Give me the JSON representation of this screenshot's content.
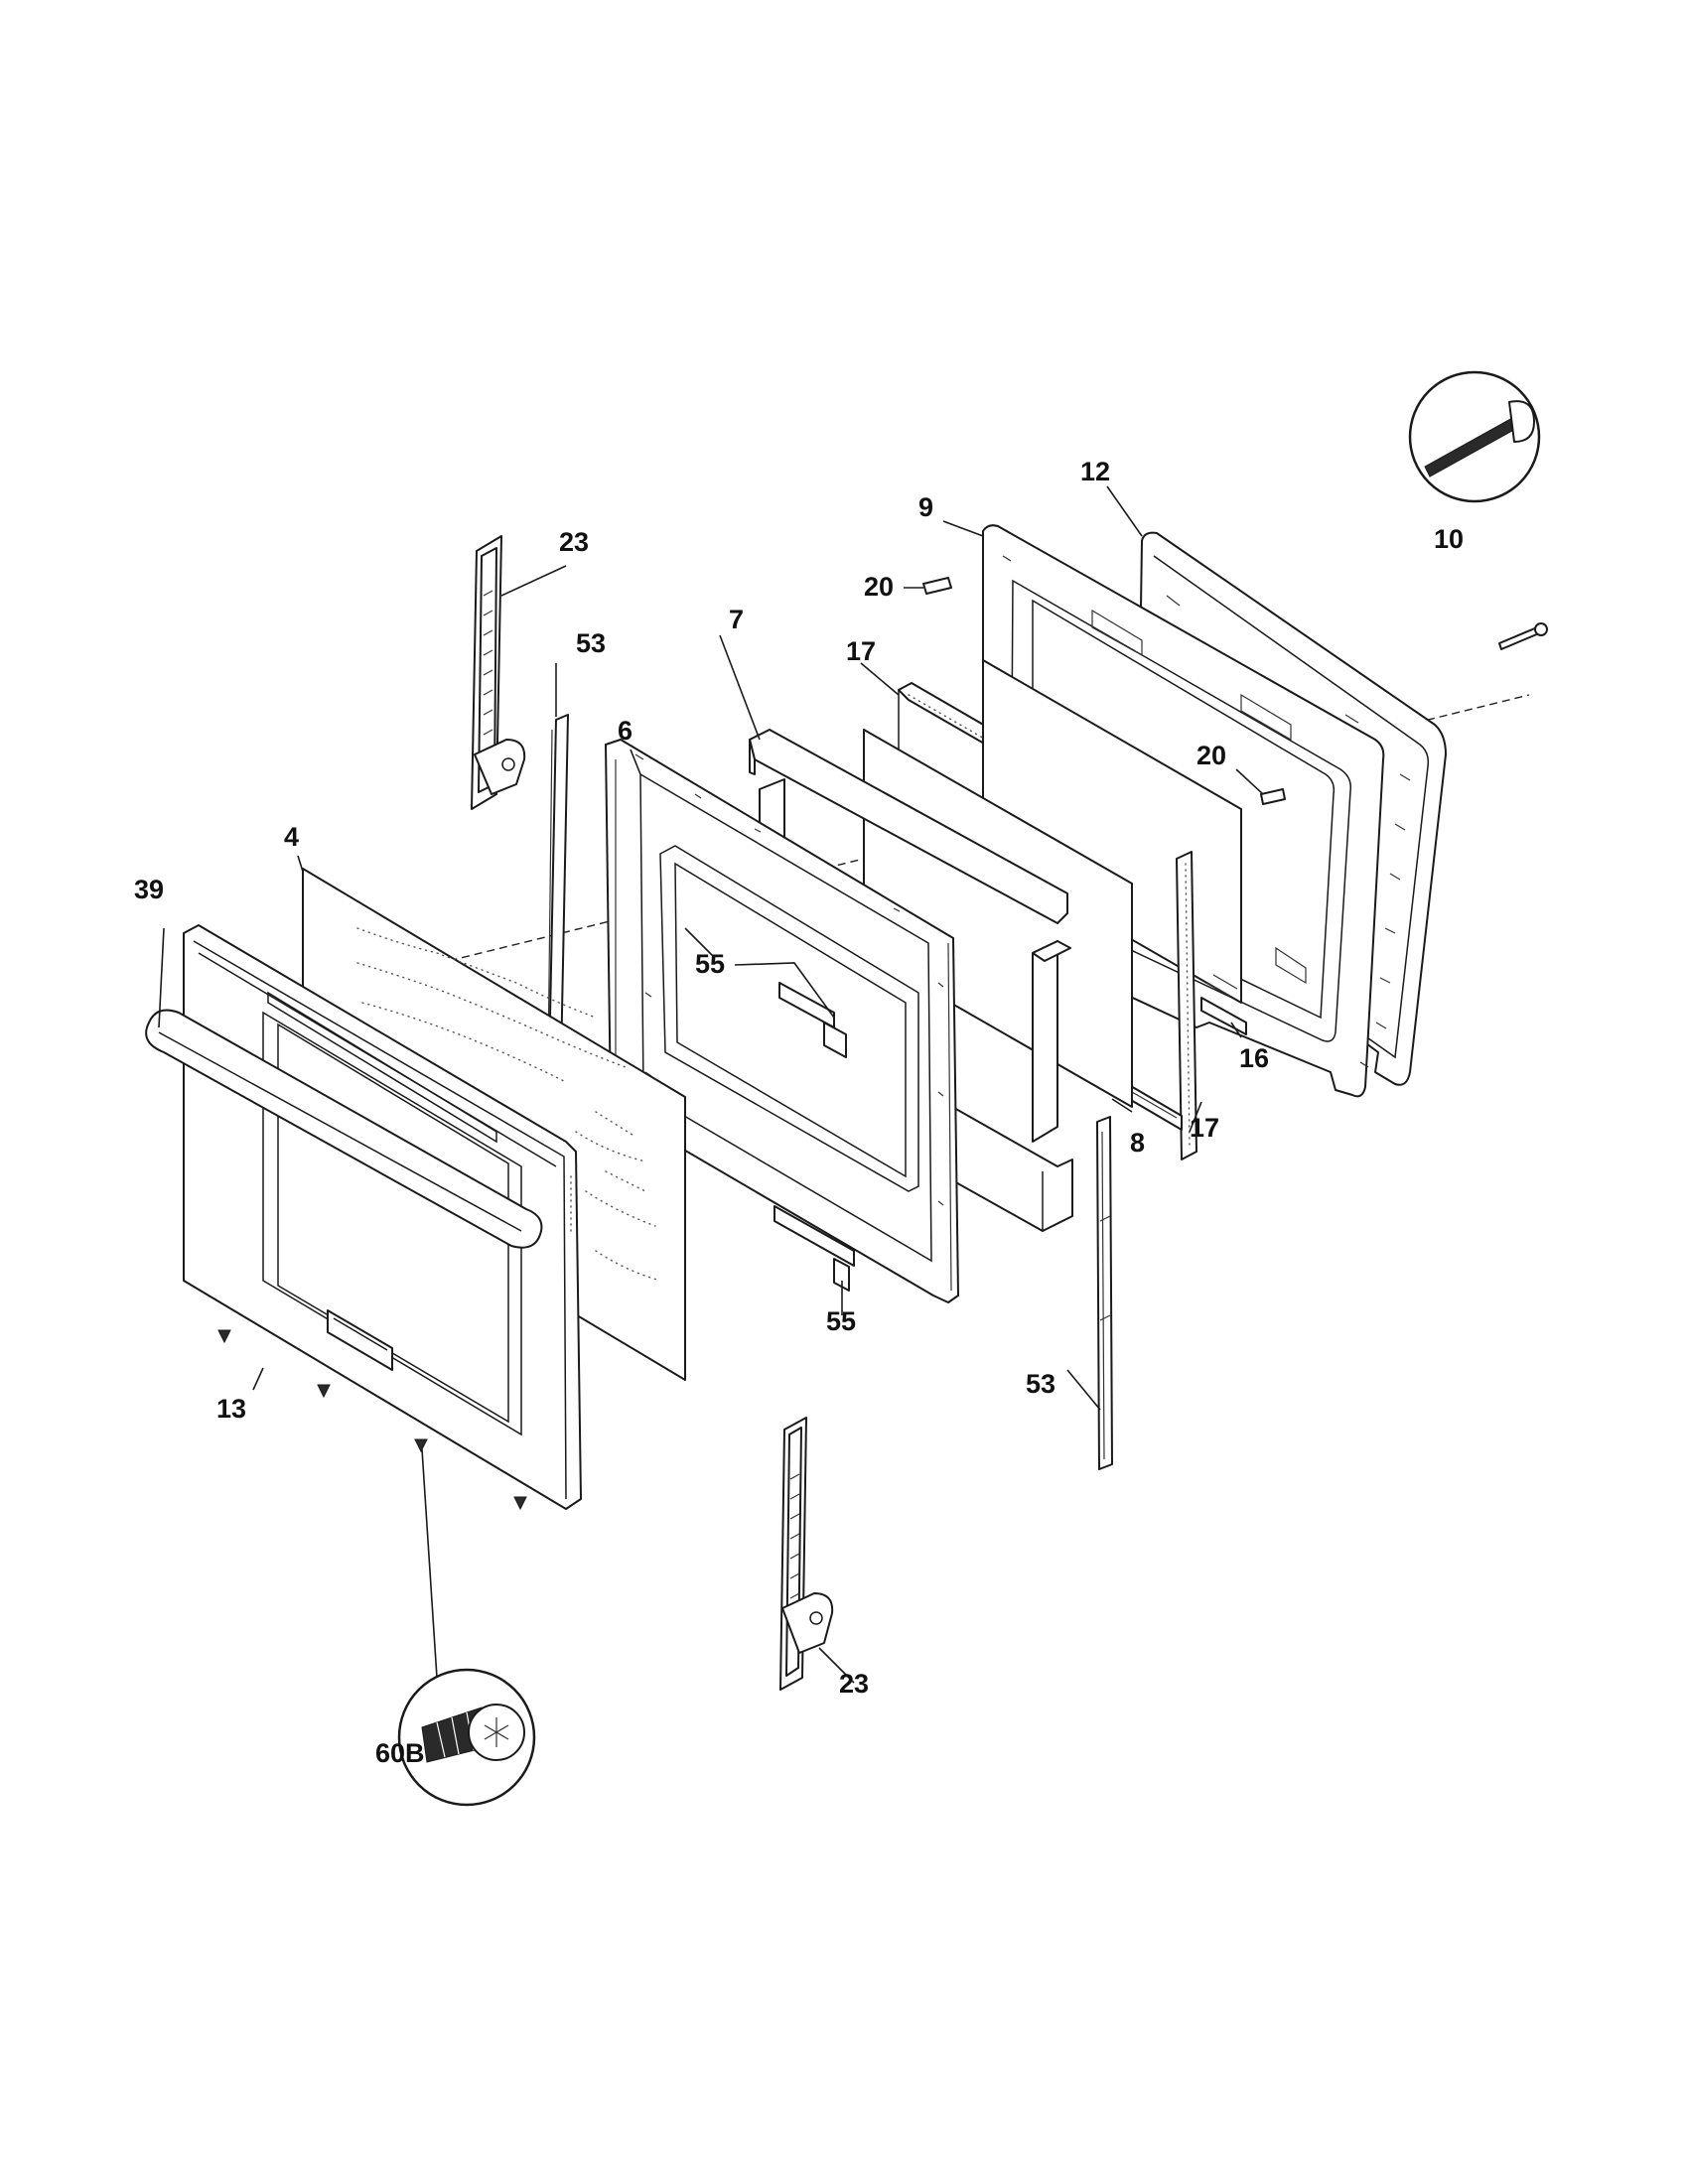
{
  "callouts": [
    {
      "id": "4",
      "label": "4"
    },
    {
      "id": "6",
      "label": "6"
    },
    {
      "id": "7",
      "label": "7"
    },
    {
      "id": "8",
      "label": "8"
    },
    {
      "id": "9",
      "label": "9"
    },
    {
      "id": "10",
      "label": "10"
    },
    {
      "id": "12",
      "label": "12"
    },
    {
      "id": "13",
      "label": "13"
    },
    {
      "id": "16",
      "label": "16"
    },
    {
      "id": "17a",
      "label": "17"
    },
    {
      "id": "17b",
      "label": "17"
    },
    {
      "id": "20a",
      "label": "20"
    },
    {
      "id": "20b",
      "label": "20"
    },
    {
      "id": "23a",
      "label": "23"
    },
    {
      "id": "23b",
      "label": "23"
    },
    {
      "id": "39",
      "label": "39"
    },
    {
      "id": "53a",
      "label": "53"
    },
    {
      "id": "53b",
      "label": "53"
    },
    {
      "id": "55a",
      "label": "55"
    },
    {
      "id": "55b",
      "label": "55"
    },
    {
      "id": "60B",
      "label": "60B"
    }
  ]
}
